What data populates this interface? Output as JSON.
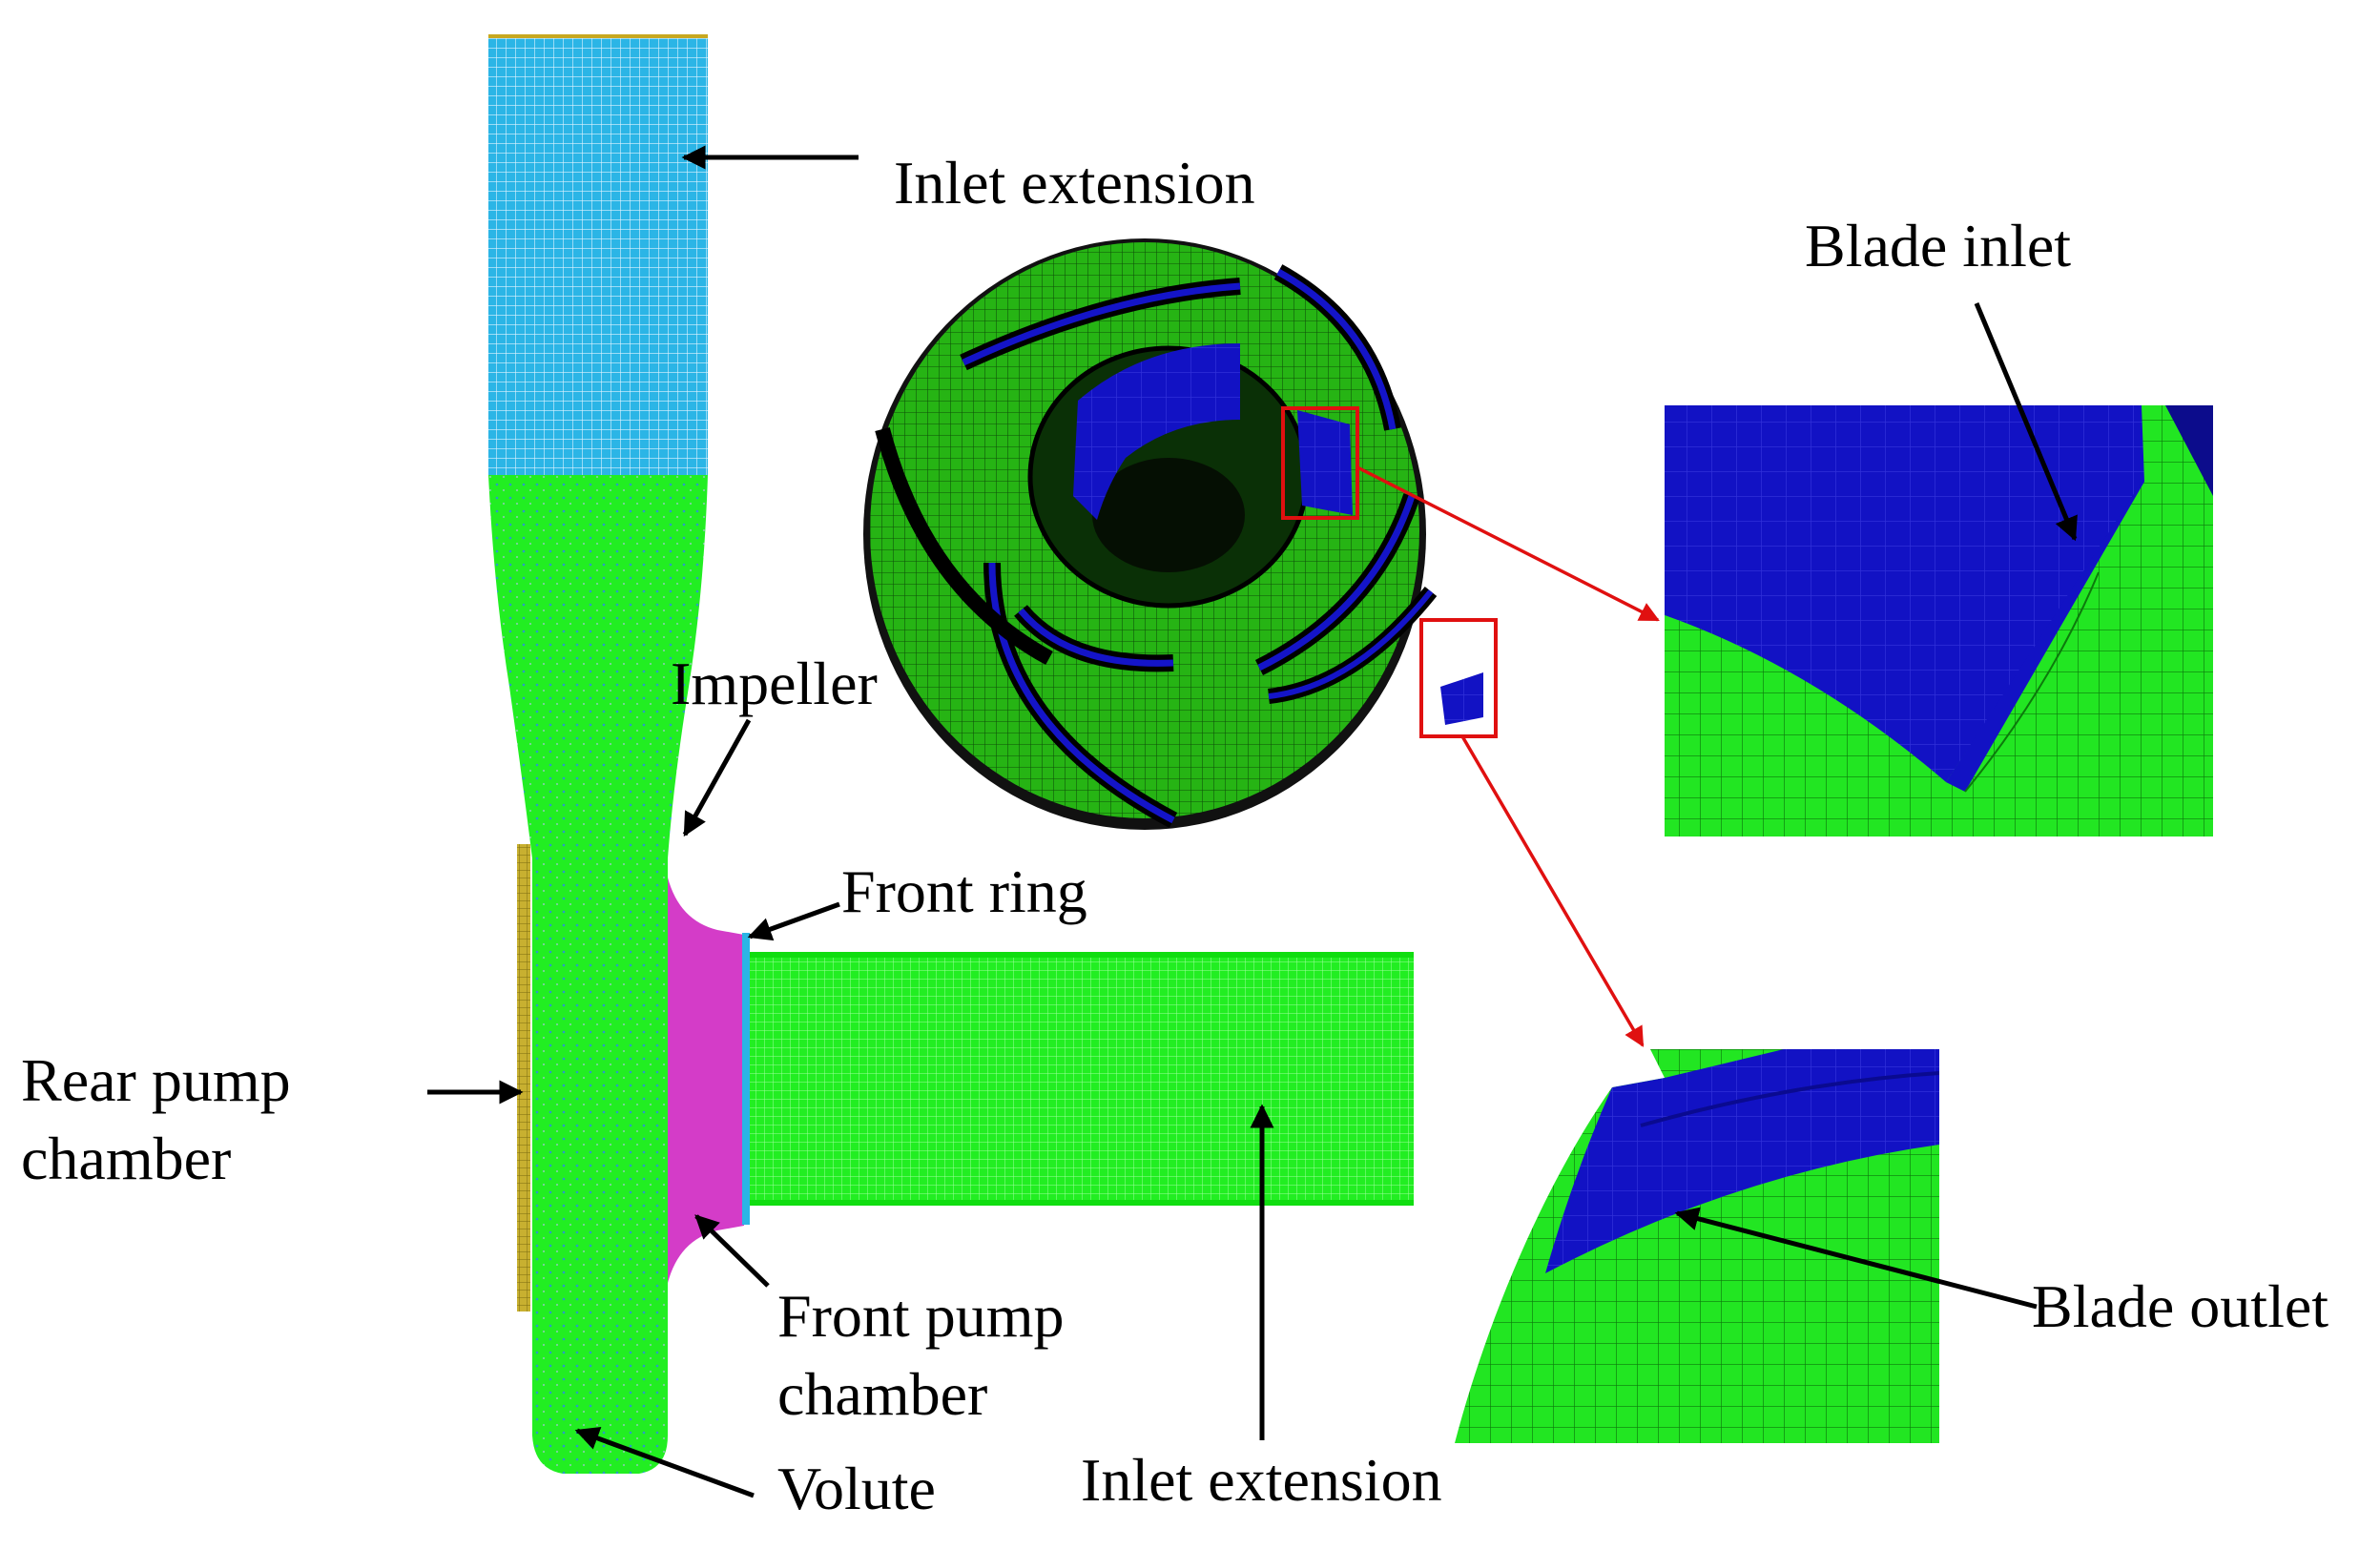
{
  "labels": {
    "inlet_extension_top": "Inlet extension",
    "impeller": "Impeller",
    "front_ring": "Front ring",
    "rear_pump_chamber_1": "Rear pump",
    "rear_pump_chamber_2": "chamber",
    "front_pump_chamber_1": "Front pump",
    "front_pump_chamber_2": "chamber",
    "volute": "Volute",
    "inlet_extension_bottom": "Inlet extension",
    "blade_inlet": "Blade inlet",
    "blade_outlet": "Blade outlet"
  },
  "colors": {
    "mesh_blue": "#29b6e8",
    "mesh_green": "#1ee61e",
    "impeller_green": "#22a812",
    "blade_blue": "#1414c8",
    "magenta": "#d43cc8",
    "olive": "#b4a028",
    "callout_red": "#e01010",
    "arrow_black": "#000000"
  }
}
